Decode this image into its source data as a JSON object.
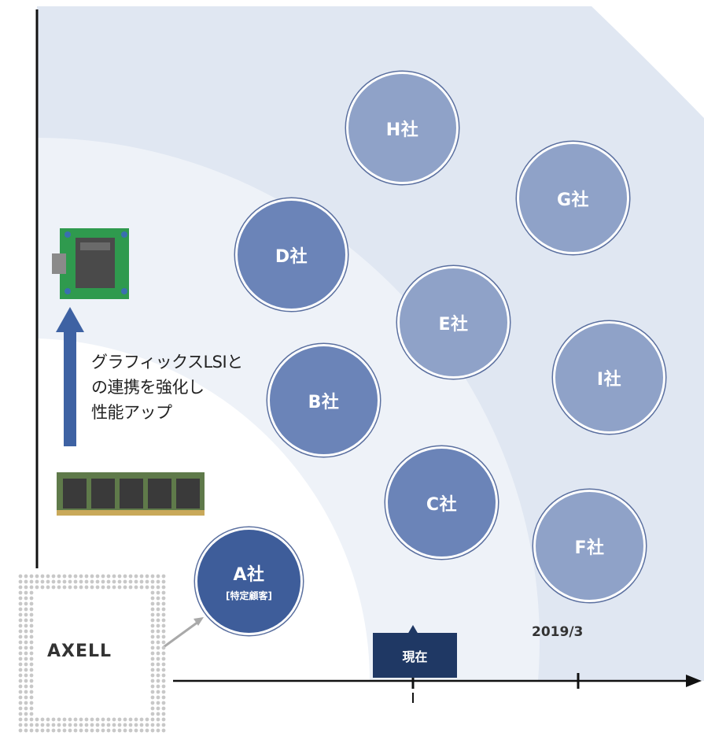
{
  "companies": {
    "a": {
      "name": "A社",
      "note": "[特定顧客]"
    },
    "b": {
      "name": "B社"
    },
    "c": {
      "name": "C社"
    },
    "d": {
      "name": "D社"
    },
    "e": {
      "name": "E社"
    },
    "f": {
      "name": "F社"
    },
    "g": {
      "name": "G社"
    },
    "h": {
      "name": "H社"
    },
    "i": {
      "name": "I社"
    }
  },
  "caption_lines": [
    "グラフィックスLSIと",
    "の連携を強化し",
    "性能アップ"
  ],
  "x_axis": {
    "marker_date": "2019/3",
    "now_label": "現在"
  },
  "logo": {
    "text": "AXELL"
  },
  "colors": {
    "inner_ring": "#ffffff",
    "middle_ring": "#f0f3f9",
    "outer_ring": "#e0e7f2",
    "dark_circle": "#3e5d9a",
    "mid_circle": "#6b84b8",
    "light_circle": "#8fa2c8",
    "arrow": "#3e62a3",
    "now_box": "#1f3864"
  }
}
